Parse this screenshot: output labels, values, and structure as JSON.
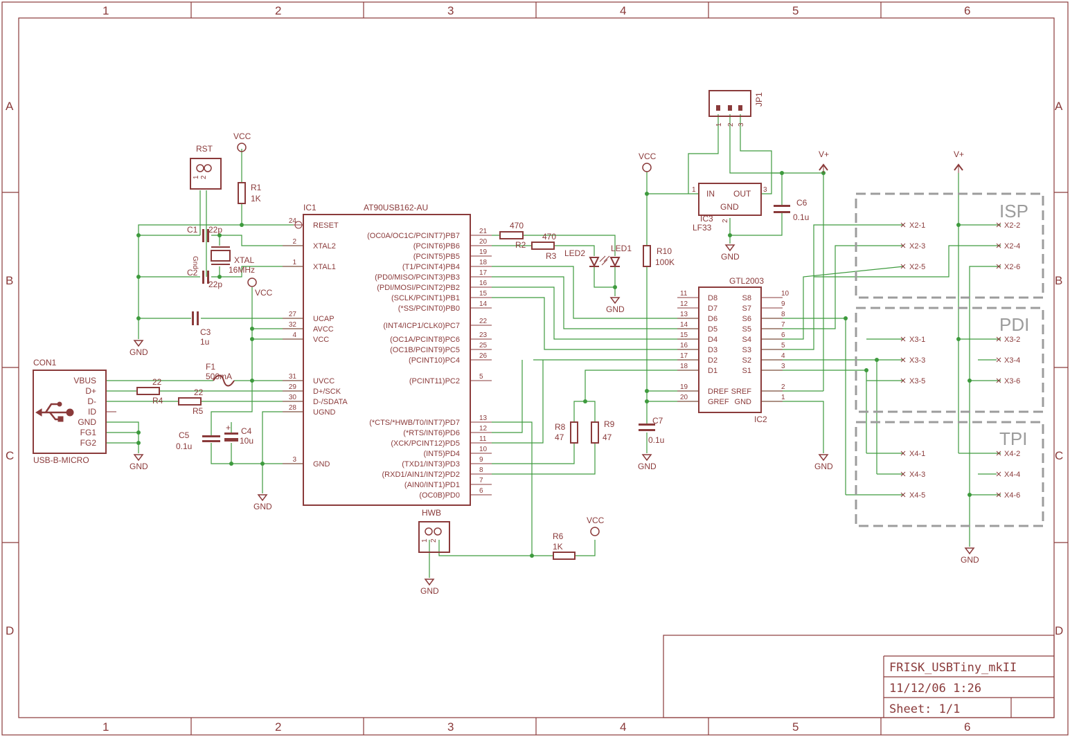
{
  "frame": {
    "cols": [
      "1",
      "2",
      "3",
      "4",
      "5",
      "6"
    ],
    "rows": [
      "A",
      "B",
      "C",
      "D"
    ]
  },
  "title_block": {
    "title": "FRISK_USBTiny_mkII",
    "date": "11/12/06 1:26",
    "sheet": "Sheet: 1/1"
  },
  "ic1": {
    "ref": "IC1",
    "value": "AT90USB162-AU",
    "left_pins": [
      {
        "num": "24",
        "name": "RESET"
      },
      {
        "num": "2",
        "name": "XTAL2"
      },
      {
        "num": "1",
        "name": "XTAL1"
      },
      {
        "num": "27",
        "name": "UCAP"
      },
      {
        "num": "32",
        "name": "AVCC"
      },
      {
        "num": "4",
        "name": "VCC"
      },
      {
        "num": "31",
        "name": "UVCC"
      },
      {
        "num": "29",
        "name": "D+/SCK"
      },
      {
        "num": "30",
        "name": "D-/SDATA"
      },
      {
        "num": "28",
        "name": "UGND"
      },
      {
        "num": "3",
        "name": "GND"
      }
    ],
    "right_pins": [
      {
        "num": "21",
        "name": "(OC0A/OC1C/PCINT7)PB7"
      },
      {
        "num": "20",
        "name": "(PCINT6)PB6"
      },
      {
        "num": "19",
        "name": "(PCINT5)PB5"
      },
      {
        "num": "18",
        "name": "(T1/PCINT4)PB4"
      },
      {
        "num": "17",
        "name": "(PD0/MISO/PCINT3)PB3"
      },
      {
        "num": "16",
        "name": "(PDI/MOSI/PCINT2)PB2"
      },
      {
        "num": "15",
        "name": "(SCLK/PCINT1)PB1"
      },
      {
        "num": "14",
        "name": "(*SS/PCINT0)PB0"
      },
      {
        "num": "22",
        "name": "(INT4/ICP1/CLK0)PC7"
      },
      {
        "num": "23",
        "name": "(OC1A/PCINT8)PC6"
      },
      {
        "num": "25",
        "name": "(OC1B/PCINT9)PC5"
      },
      {
        "num": "26",
        "name": "(PCINT10)PC4"
      },
      {
        "num": "5",
        "name": "(PCINT11)PC2"
      },
      {
        "num": "13",
        "name": "(*CTS/*HWB/T0/INT7)PD7"
      },
      {
        "num": "12",
        "name": "(*RTS/INT6)PD6"
      },
      {
        "num": "11",
        "name": "(XCK/PCINT12)PD5"
      },
      {
        "num": "10",
        "name": "(INT5)PD4"
      },
      {
        "num": "9",
        "name": "(TXD1/INT3)PD3"
      },
      {
        "num": "8",
        "name": "(RXD1/AIN1/INT2)PD2"
      },
      {
        "num": "7",
        "name": "(AIN0/INT1)PD1"
      },
      {
        "num": "6",
        "name": "(OC0B)PD0"
      }
    ]
  },
  "ic2": {
    "ref": "IC2",
    "value": "GTL2003",
    "left_pins": [
      {
        "num": "11",
        "name": "D8"
      },
      {
        "num": "12",
        "name": "D7"
      },
      {
        "num": "13",
        "name": "D6"
      },
      {
        "num": "14",
        "name": "D5"
      },
      {
        "num": "15",
        "name": "D4"
      },
      {
        "num": "16",
        "name": "D3"
      },
      {
        "num": "17",
        "name": "D2"
      },
      {
        "num": "18",
        "name": "D1"
      },
      {
        "num": "19",
        "name": "DREF"
      },
      {
        "num": "20",
        "name": "GREF"
      }
    ],
    "right_pins": [
      {
        "num": "10",
        "name": "S8"
      },
      {
        "num": "9",
        "name": "S7"
      },
      {
        "num": "8",
        "name": "S6"
      },
      {
        "num": "7",
        "name": "S5"
      },
      {
        "num": "6",
        "name": "S4"
      },
      {
        "num": "5",
        "name": "S3"
      },
      {
        "num": "4",
        "name": "S2"
      },
      {
        "num": "3",
        "name": "S1"
      },
      {
        "num": "2",
        "name": "SREF"
      },
      {
        "num": "1",
        "name": "GND"
      }
    ]
  },
  "ic3": {
    "ref": "IC3",
    "value": "LF33",
    "in": "IN",
    "out": "OUT",
    "gnd": "GND",
    "pin_in": "1",
    "pin_out": "3",
    "pin_gnd": "2"
  },
  "con1": {
    "ref": "CON1",
    "value": "USB-B-MICRO",
    "pins": [
      "VBUS",
      "D+",
      "D-",
      "ID",
      "GND",
      "FG1",
      "FG2"
    ]
  },
  "parts": {
    "rst": "RST",
    "hwb": "HWB",
    "jp1": "JP1",
    "r1": {
      "ref": "R1",
      "value": "1K"
    },
    "r2": {
      "ref": "R2",
      "value": "470"
    },
    "r3": {
      "ref": "R3",
      "value": "470"
    },
    "r4": {
      "ref": "R4",
      "value": "22"
    },
    "r5": {
      "ref": "R5",
      "value": "22"
    },
    "r6": {
      "ref": "R6",
      "value": "1K"
    },
    "r8": {
      "ref": "R8",
      "value": "47"
    },
    "r9": {
      "ref": "R9",
      "value": "47"
    },
    "r10": {
      "ref": "R10",
      "value": "100K"
    },
    "c1": {
      "ref": "C1",
      "value": "22p"
    },
    "c2": {
      "ref": "C2",
      "value": "22p"
    },
    "c3": {
      "ref": "C3",
      "value": "1u"
    },
    "c4": {
      "ref": "C4",
      "value": "10u"
    },
    "c5": {
      "ref": "C5",
      "value": "0.1u"
    },
    "c6": {
      "ref": "C6",
      "value": "0.1u"
    },
    "c7": {
      "ref": "C7",
      "value": "0.1u"
    },
    "f1": {
      "ref": "F1",
      "value": "500mA"
    },
    "xtal": {
      "ref": "XTAL",
      "value": "16MHz",
      "gnd": "Gnd"
    },
    "led1": "LED1",
    "led2": "LED2"
  },
  "nets": {
    "vcc": "VCC",
    "gnd": "GND",
    "vplus": "V+"
  },
  "headers": {
    "isp": {
      "title": "ISP",
      "left": [
        "X2-1",
        "X2-3",
        "X2-5"
      ],
      "right": [
        "X2-2",
        "X2-4",
        "X2-6"
      ]
    },
    "pdi": {
      "title": "PDI",
      "left": [
        "X3-1",
        "X3-3",
        "X3-5"
      ],
      "right": [
        "X3-2",
        "X3-4",
        "X3-6"
      ]
    },
    "tpi": {
      "title": "TPI",
      "left": [
        "X4-1",
        "X4-3",
        "X4-5"
      ],
      "right": [
        "X4-2",
        "X4-4",
        "X4-6"
      ]
    }
  },
  "pin_numbers": {
    "one": "1",
    "two": "2",
    "three": "3"
  },
  "colors": {
    "symbol": "#8a3a3a",
    "wire": "#3d9a3d",
    "box": "#9c9c9c"
  }
}
